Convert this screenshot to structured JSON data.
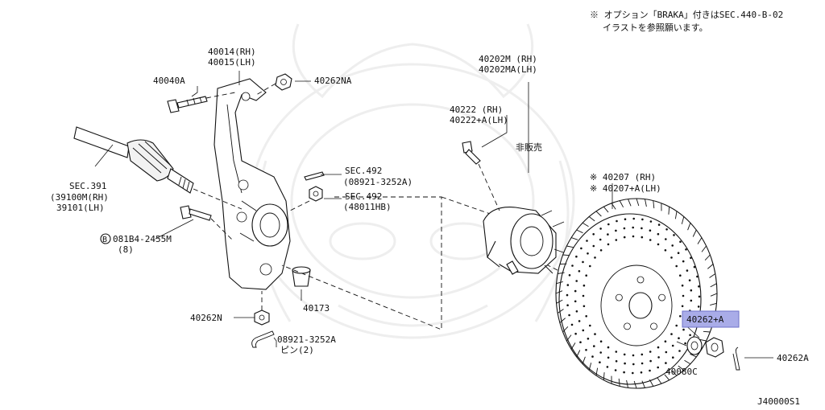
{
  "note": {
    "line1": "※ オプション「BRAKA」付きはSEC.440-B-02",
    "line2": "イラストを参照願います。"
  },
  "labels": {
    "knuckle_l1": "40014(RH)",
    "knuckle_l2": "40015(LH)",
    "bolt_top": "40040A",
    "nut_top": "40262NA",
    "sec391_l1": "SEC.391",
    "sec391_l2": "(39100M(RH)",
    "sec391_l3": "39101(LH)",
    "sec492_a_l1": "SEC.492",
    "sec492_a_l2": "(08921-3252A)",
    "sec492_b_l1": "SEC.492",
    "sec492_b_l2": "(48011HB)",
    "bolt_b_l1": "081B4-2455M",
    "bolt_b_l2": "(8)",
    "bolt_b_circle": "B",
    "nut_n": "40262N",
    "bushing": "40173",
    "pin_l1": "08921-3252A",
    "pin_l2": "ピン(2)",
    "hub_l1": "40202M (RH)",
    "hub_l2": "40202MA(LH)",
    "hubbolt_l1": "40222  (RH)",
    "hubbolt_l2": "40222+A(LH)",
    "not_for_sale": "非販売",
    "rotor_l1": "※ 40207  (RH)",
    "rotor_l2": "※ 40207+A(LH)",
    "highlight": "40262+A",
    "washer": "40080C",
    "cotter": "40262A",
    "diagram_id": "J40000S1"
  },
  "colors": {
    "highlight_fill": "#a9ace8",
    "line": "#111111",
    "watermark": "#eeeeee"
  }
}
